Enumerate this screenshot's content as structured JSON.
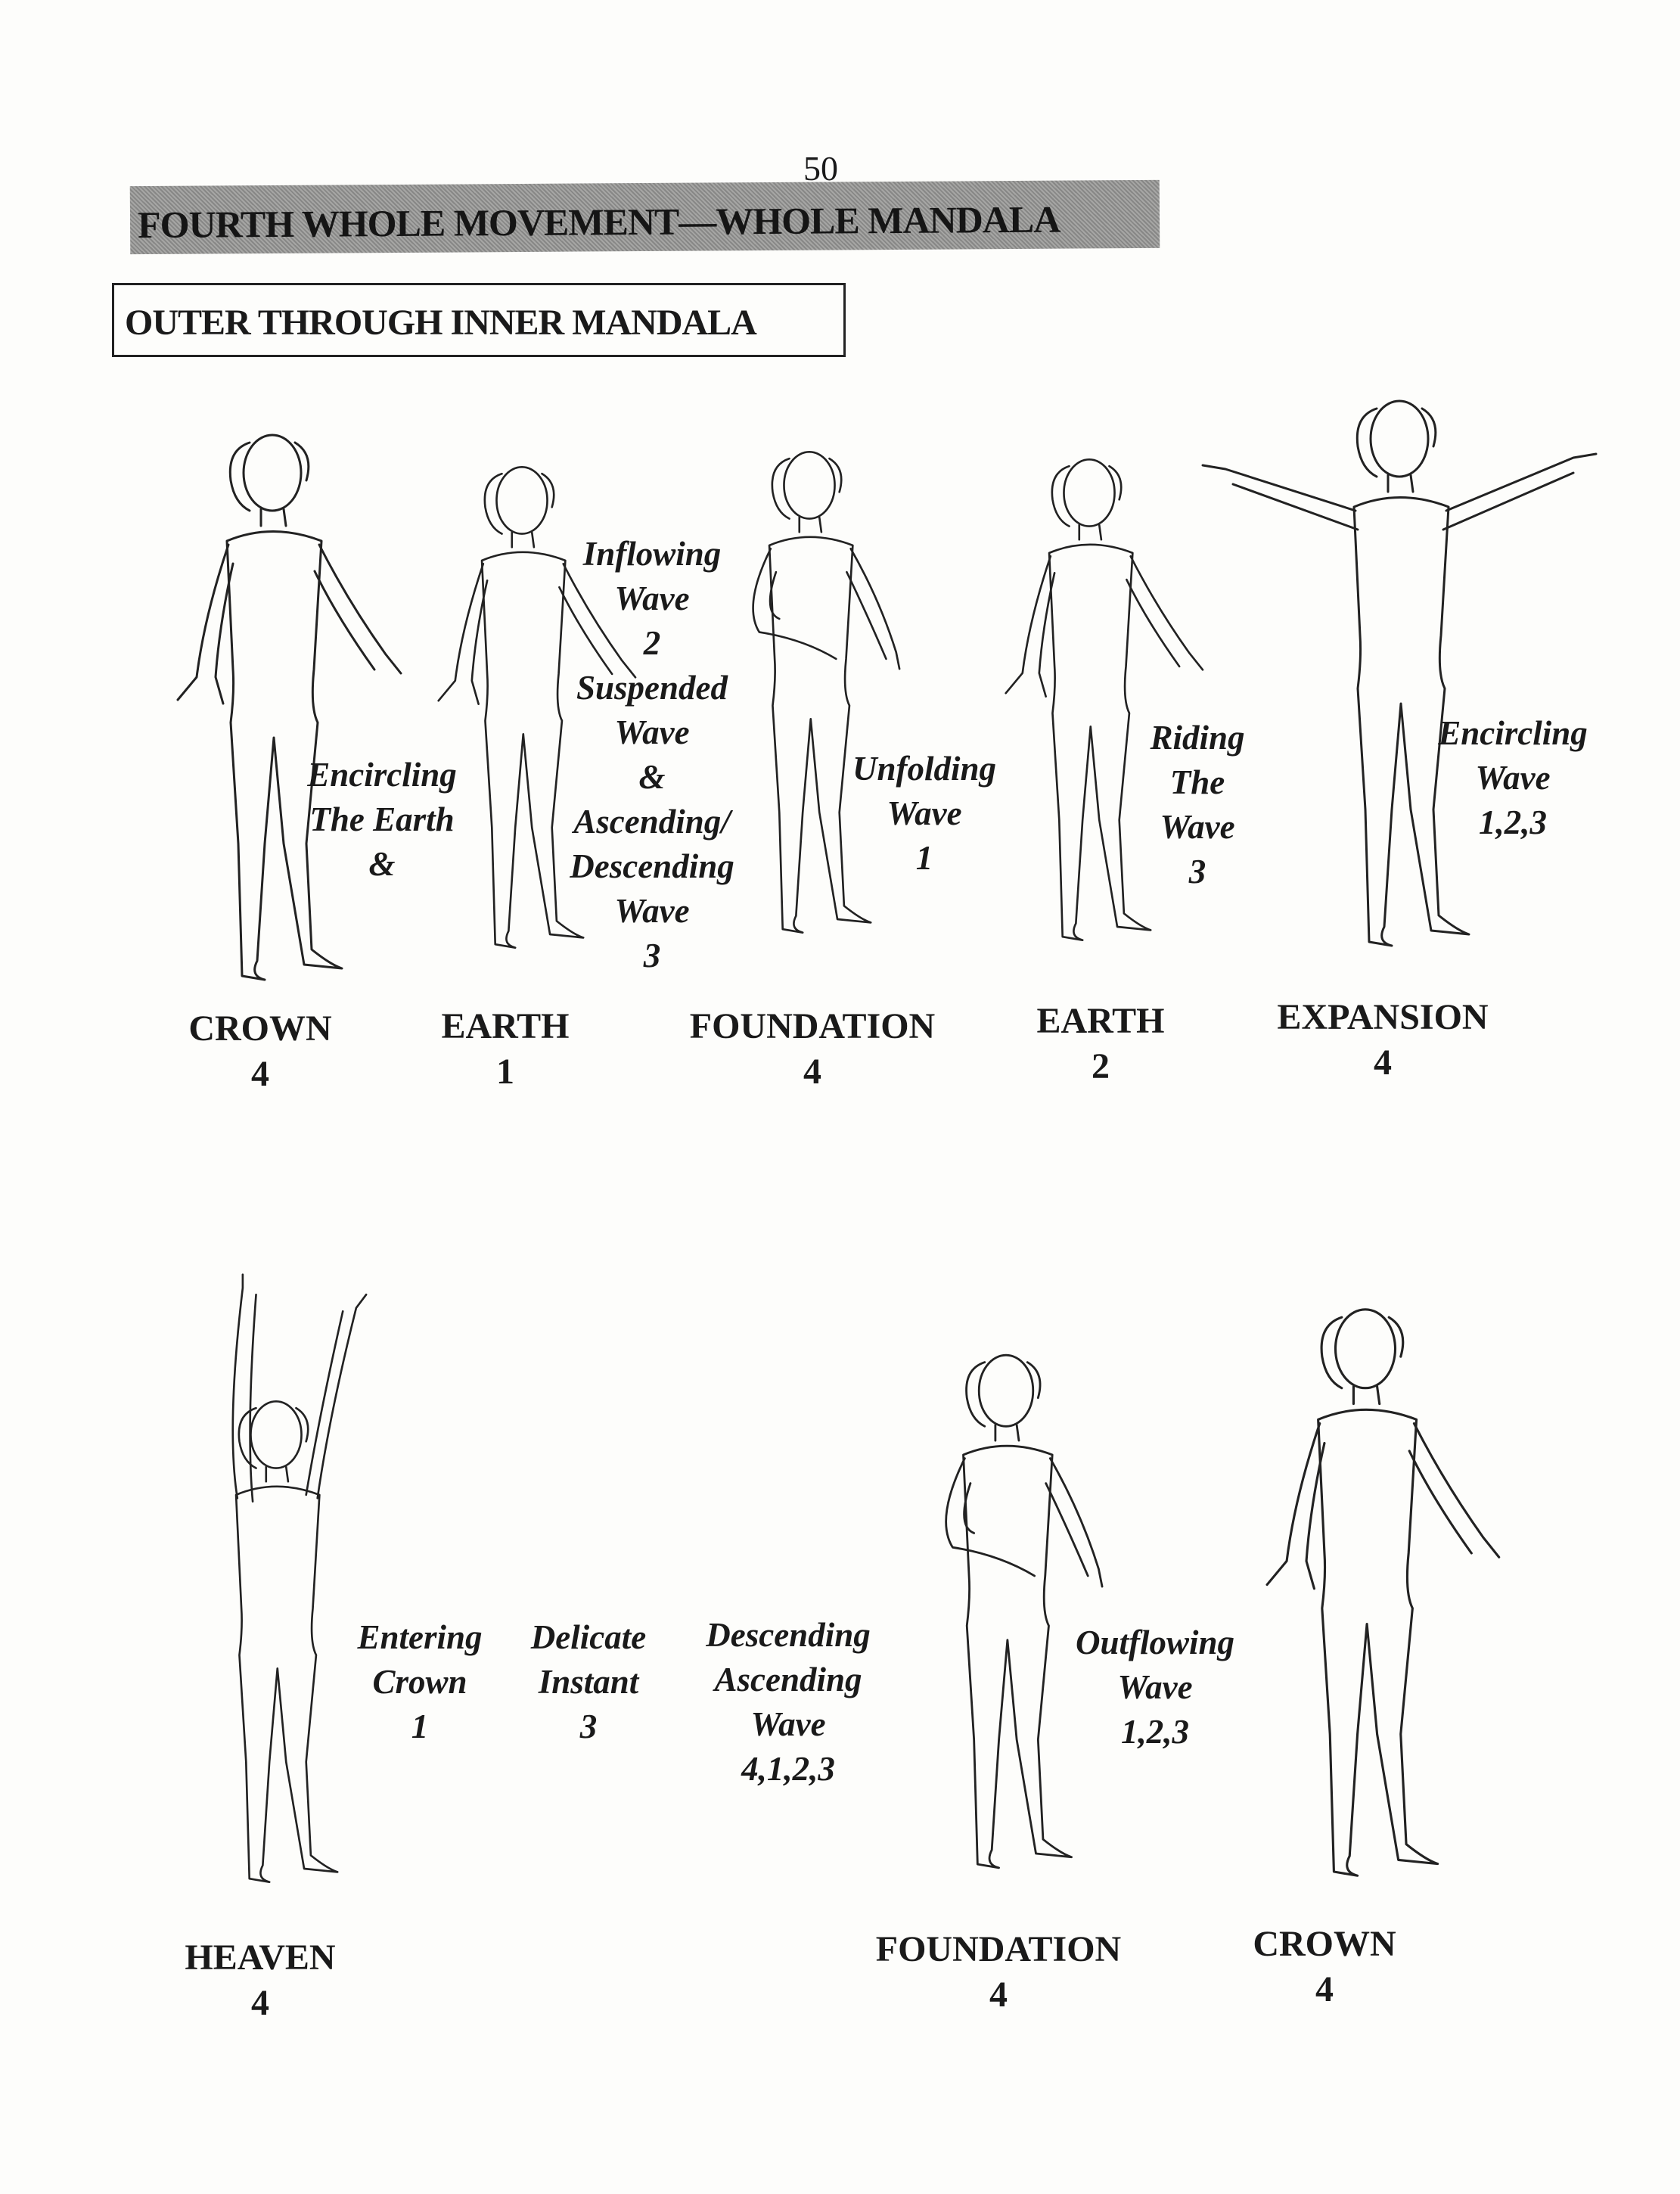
{
  "page_number": "50",
  "section_title": "FOURTH WHOLE MOVEMENT—WHOLE MANDALA",
  "subsection_title": "OUTER THROUGH INNER MANDALA",
  "top_row": {
    "positions": [
      {
        "name": "CROWN",
        "count": "4"
      },
      {
        "name": "EARTH",
        "count": "1"
      },
      {
        "name": "FOUNDATION",
        "count": "4"
      },
      {
        "name": "EARTH",
        "count": "2"
      },
      {
        "name": "EXPANSION",
        "count": "4"
      }
    ],
    "captions": [
      {
        "lines": [
          "Encircling",
          "The Earth",
          "&"
        ]
      },
      {
        "lines": [
          "Inflowing",
          "Wave",
          "2",
          "Suspended",
          "Wave",
          "&",
          "Ascending/",
          "Descending",
          "Wave",
          "3"
        ]
      },
      {
        "lines": [
          "Unfolding",
          "Wave",
          "1"
        ]
      },
      {
        "lines": [
          "Riding",
          "The",
          "Wave",
          "3"
        ]
      },
      {
        "lines": [
          "Encircling",
          "Wave",
          "1,2,3"
        ]
      }
    ]
  },
  "bottom_row": {
    "positions": [
      {
        "name": "HEAVEN",
        "count": "4"
      },
      {
        "name": "FOUNDATION",
        "count": "4"
      },
      {
        "name": "CROWN",
        "count": "4"
      }
    ],
    "captions": [
      {
        "lines": [
          "Entering",
          "Crown",
          "1"
        ]
      },
      {
        "lines": [
          "Delicate",
          "Instant",
          "3"
        ]
      },
      {
        "lines": [
          "Descending",
          "Ascending",
          "Wave",
          "4,1,2,3"
        ]
      },
      {
        "lines": [
          "Outflowing",
          "Wave",
          "1,2,3"
        ]
      }
    ]
  }
}
